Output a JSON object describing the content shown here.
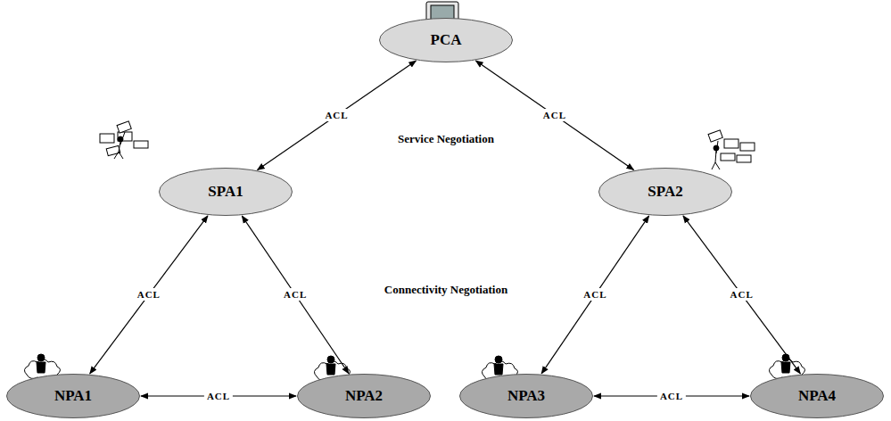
{
  "diagram": {
    "nodes": [
      {
        "text": [
          "PCA"
        ]
      },
      {
        "text": [
          "SPA1"
        ]
      },
      {
        "text": [
          "SPA2"
        ]
      },
      {
        "text": [
          "NPA1"
        ]
      },
      {
        "text": [
          "NPA2"
        ]
      },
      {
        "text": [
          "NPA3"
        ]
      },
      {
        "text": [
          "NPA4"
        ]
      }
    ],
    "edges": [
      {
        "from": 0,
        "to": 1,
        "label": "ACL",
        "arrow": "both"
      },
      {
        "from": 0,
        "to": 2,
        "label": "ACL",
        "arrow": "both"
      },
      {
        "from": 1,
        "to": 3,
        "label": "ACL",
        "arrow": "both"
      },
      {
        "from": 1,
        "to": 4,
        "label": "ACL",
        "arrow": "both"
      },
      {
        "from": 2,
        "to": 5,
        "label": "ACL",
        "arrow": "both"
      },
      {
        "from": 2,
        "to": 6,
        "label": "ACL",
        "arrow": "both"
      },
      {
        "from": 3,
        "to": 4,
        "label": "ACL",
        "arrow": "both"
      },
      {
        "from": 5,
        "to": 6,
        "label": "ACL",
        "arrow": "both"
      }
    ],
    "labels": [
      "Service Negotiation",
      "Connectivity Negotiation"
    ]
  }
}
